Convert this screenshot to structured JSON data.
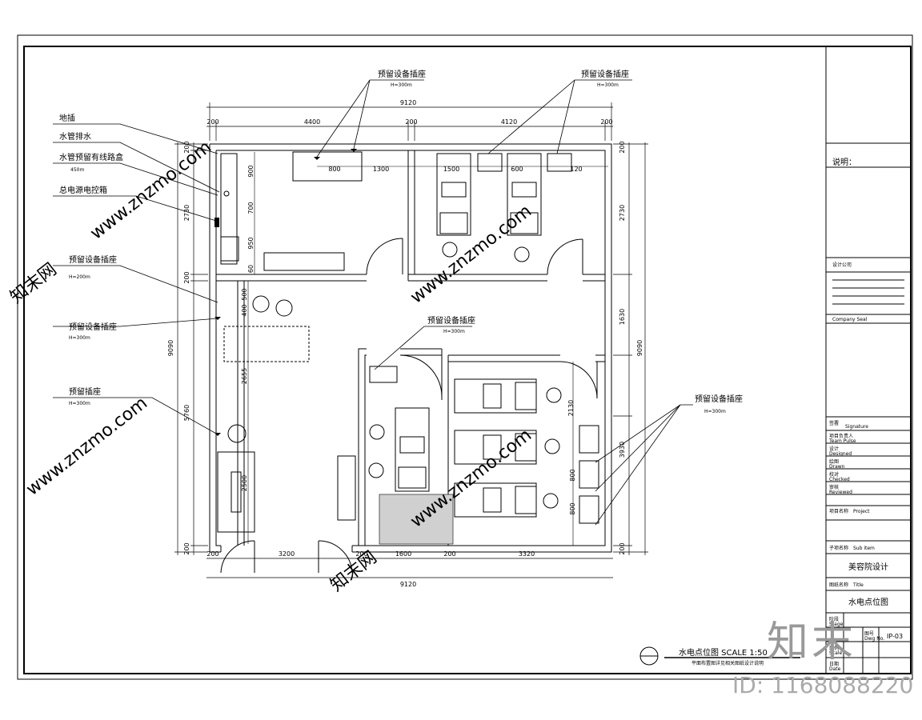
{
  "dims": {
    "total_top": "9120",
    "total_bottom": "9120",
    "top_segments": [
      "200",
      "4400",
      "200",
      "4120",
      "200"
    ],
    "bottom_segments": [
      "200",
      "3200",
      "200",
      "1600",
      "200",
      "3320"
    ],
    "left_segments": [
      "200",
      "2730",
      "200",
      "5760",
      "200"
    ],
    "left_total": "9090",
    "right_segments": [
      "200",
      "2730",
      "1630",
      "2130",
      "3930",
      "200"
    ],
    "right_total": "9090",
    "inner": {
      "top_left_1": "800",
      "top_left_2": "1300",
      "top_right_1": "1500",
      "top_right_2": "600",
      "top_right_3": "120",
      "vert_1": "900",
      "vert_2": "700",
      "vert_3": "950",
      "vert_4": "60",
      "corridor_1": "500",
      "corridor_2": "400",
      "corridor_3": "2655",
      "corridor_4": "2500",
      "right_room_1": "800",
      "right_room_2": "800"
    }
  },
  "labels": {
    "top1_title": "预留设备插座",
    "top1_height": "H=300m",
    "top2_title": "预留设备插座",
    "top2_height": "H=300m",
    "left1": "地插",
    "left2": "水管排水",
    "left3_title": "水管预留有线路盒",
    "left3_height": "450m",
    "left4": "总电源电控箱",
    "left5_title": "预留设备插座",
    "left5_height": "H=200m",
    "left6_title": "预留设备插座",
    "left6_height": "H=300m",
    "left7_title": "预留插座",
    "left7_height": "H=300m",
    "mid_title": "预留设备插座",
    "mid_height": "H=300m",
    "right_title": "预留设备插座",
    "right_height": "H=300m"
  },
  "title_block": {
    "note_label": "说明：",
    "company_label": "设计公司",
    "company_en": "Company Seal",
    "signature_label": "签署",
    "signature_en": "Signature",
    "row1_cn": "项目负责人",
    "row1_en": "Team Pulse",
    "row2_cn": "设计",
    "row2_en": "Designed",
    "row3_cn": "绘图",
    "row3_en": "Drawn",
    "row4_cn": "校对",
    "row4_en": "Checked",
    "row5_cn": "审核",
    "row5_en": "Reviewed",
    "project_cn": "项目名称",
    "project_en": "Project",
    "sub_cn": "子项名称",
    "sub_en": "Sub item",
    "project_name": "美容院设计",
    "drawing_cn": "图纸名称",
    "drawing_en": "Title",
    "drawing_name": "水电点位图",
    "stage_cn": "阶段",
    "stage_en": "Stage",
    "no_cn": "图号",
    "no_en": "Dwg No.",
    "drawing_no": "IP-03",
    "scale_cn": "比例",
    "scale_en": "Scale",
    "date_cn": "日期",
    "date_en": "Date"
  },
  "plan_caption": {
    "title": "水电点位图  SCALE 1:50",
    "subtitle": "平面布置图详见相关图纸设计说明"
  },
  "watermark": {
    "logo": "知末",
    "id": "ID: 1168088220",
    "url": "www.znzmo.com",
    "tag": "知末网"
  },
  "colors": {
    "line": "#000000",
    "hatch": "#d0d0d0"
  }
}
